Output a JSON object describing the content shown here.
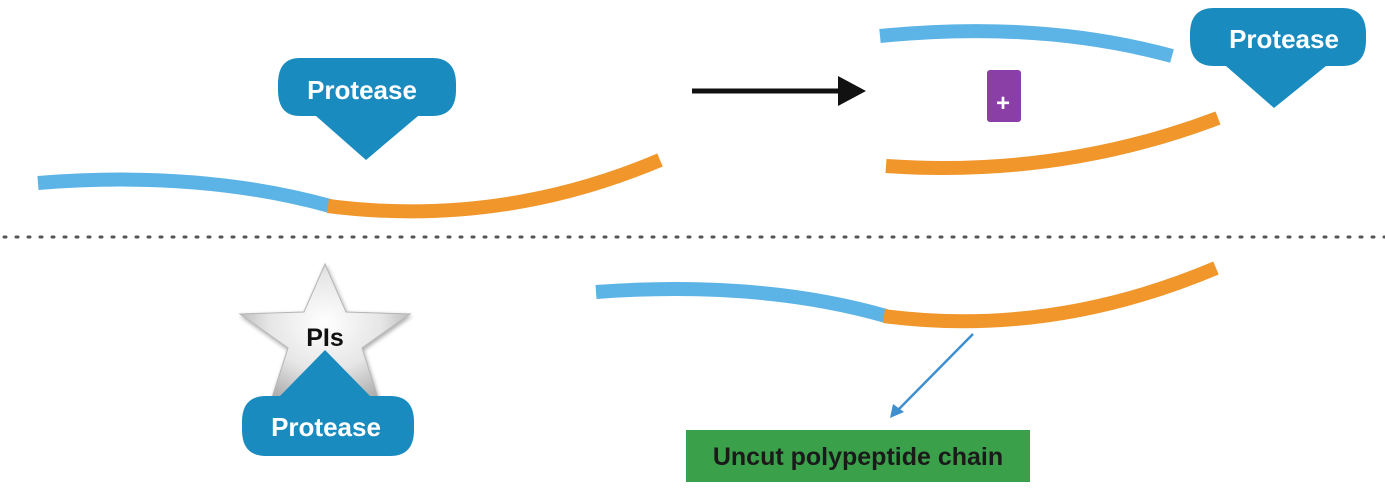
{
  "labels": {
    "protease_top_left": "Protease",
    "protease_top_right": "Protease",
    "protease_bottom": "Protease",
    "inhibitor": "PIs",
    "uncut_chain": "Uncut polypeptide chain",
    "plus_sign": "+"
  },
  "colors": {
    "protease_fill": "#1a8bbf",
    "chain_blue": "#5bb3e6",
    "chain_orange": "#f0962b",
    "arrow_black": "#111111",
    "plus_purple": "#8a3fa6",
    "uncut_box_green": "#3aa14a",
    "uncut_text": "#1a1a1a",
    "pointer_blue": "#3f8fcf",
    "divider_gray": "#555555",
    "star_light": "#f2f2f2",
    "star_shadow": "#a9a9a9"
  },
  "icons": {
    "reaction_arrow": "arrow-right-icon",
    "plus": "plus-icon",
    "inhibitor_star": "star-icon"
  }
}
